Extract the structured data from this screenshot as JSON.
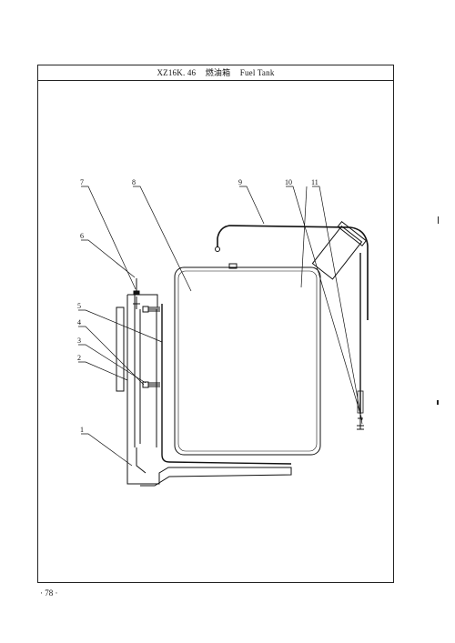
{
  "header": {
    "code": "XZ16K. 46",
    "name_cn": "燃油箱",
    "name_en": "Fuel Tank"
  },
  "page_number": "· 78 ·",
  "callouts": [
    "1",
    "2",
    "3",
    "4",
    "5",
    "6",
    "7",
    "8",
    "9",
    "10",
    "11"
  ]
}
